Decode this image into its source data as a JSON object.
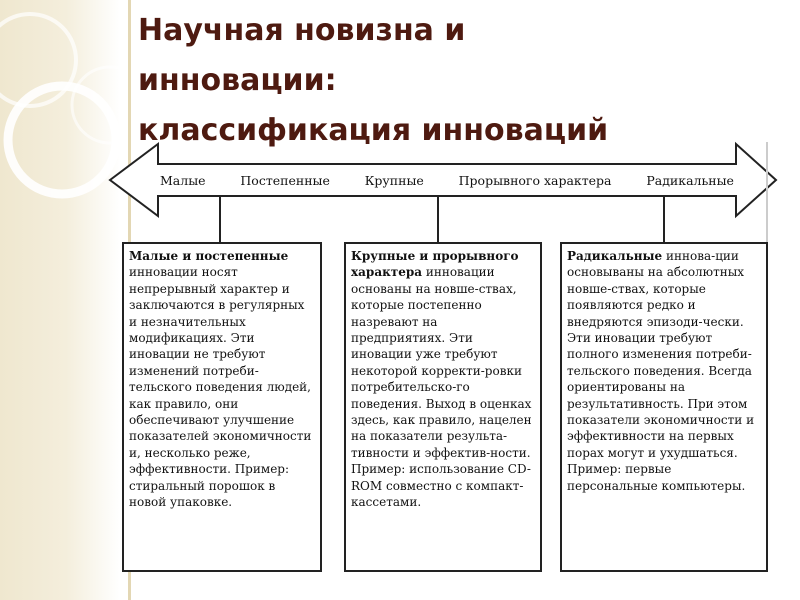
{
  "slide": {
    "title_lines": [
      "Научная новизна и",
      "инновации:",
      "классификация инноваций"
    ]
  },
  "scale": {
    "labels": [
      "Малые",
      "Постепенные",
      "Крупные",
      "Прорывного характера",
      "Радикальные"
    ]
  },
  "columns": [
    {
      "lead": "Малые и постепенные",
      "text": "инновации носят непрерывный характер и заключаются в регулярных и незначительных модификациях. Эти иновации не требуют изменений потреби-тельского поведения людей, как правило, они обеспечивают улучшение показателей экономичности и, несколько реже, эффективности. Пример: стиральный порошок в новой упаковке."
    },
    {
      "lead": "Крупные и прорывного характера",
      "text": "инновации основаны на новше-ствах, которые постепенно назревают на предприятиях. Эти иновации уже требуют некоторой корректи-ровки потребительско-го поведения. Выход в оценках здесь, как правило, нацелен на показатели результа-тивности и эффектив-ности. Пример: использование CD-ROM совместно с компакт-кассетами."
    },
    {
      "lead": "Радикальные",
      "text": "иннова-ции основываны на абсолютных новше-ствах, которые появляются редко и внедряются эпизоди-чески. Эти иновации требуют полного изменения потреби-тельского поведения. Всегда ориентированы на результативность. При этом показатели экономичности и эффективности на первых порах могут и ухудшаться. Пример: первые персональные компьютеры."
    }
  ]
}
